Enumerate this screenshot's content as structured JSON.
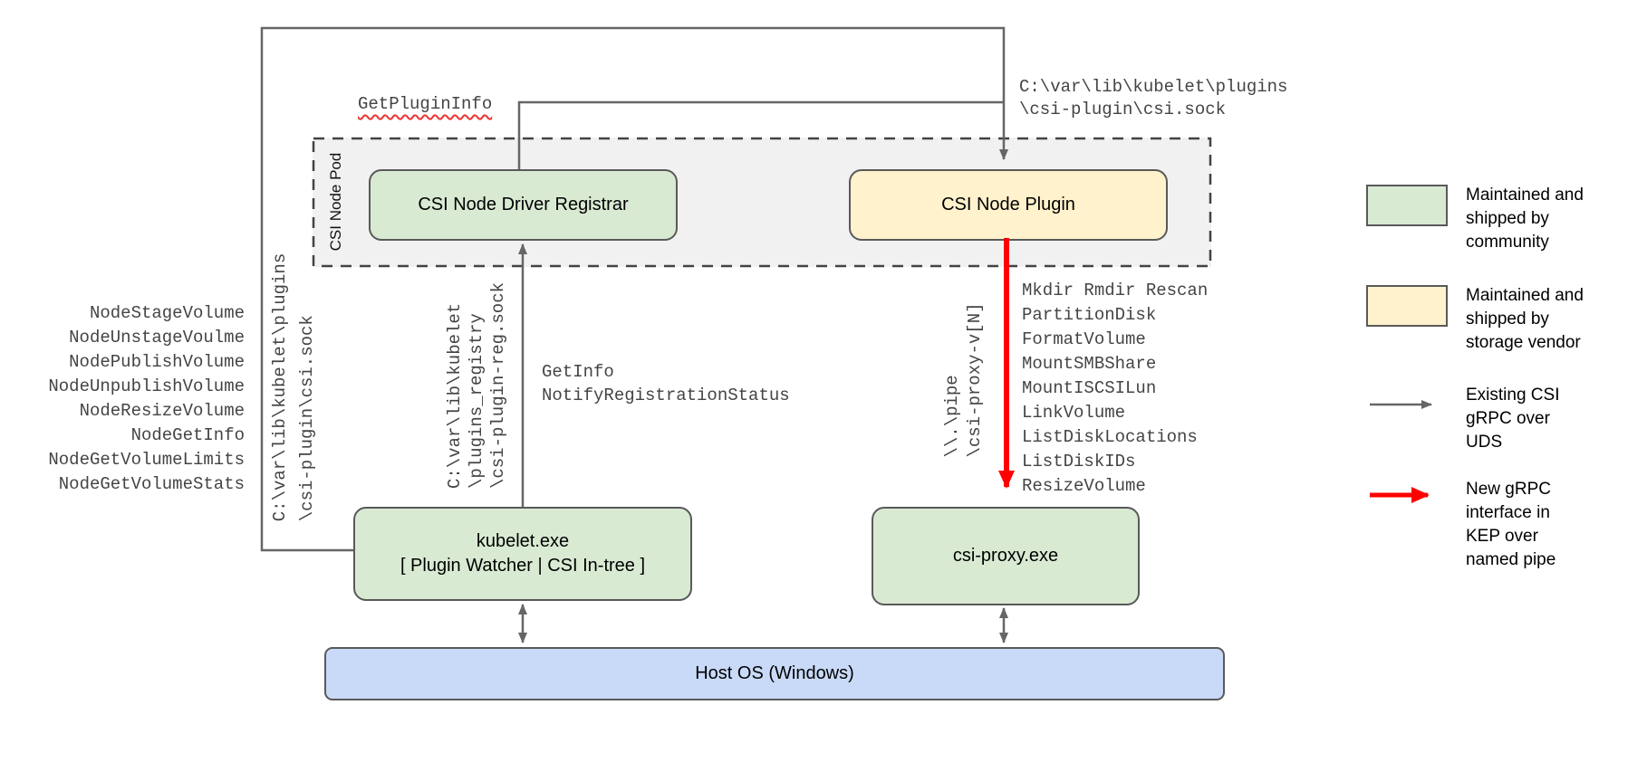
{
  "nodes": {
    "pod_label": "CSI Node Pod",
    "registrar": "CSI Node Driver Registrar",
    "plugin": "CSI Node Plugin",
    "kubelet": [
      "kubelet.exe",
      "[ Plugin Watcher | CSI In-tree ]"
    ],
    "csi_proxy": "csi-proxy.exe",
    "host_os": "Host OS (Windows)"
  },
  "edges": {
    "get_plugin_info": "GetPluginInfo",
    "plugin_sock_path": [
      "C:\\var\\lib\\kubelet\\plugins",
      "\\csi-plugin\\csi.sock"
    ],
    "plugin_sock_path_rotated": [
      "C:\\var\\lib\\kubelet\\plugins",
      "\\csi-plugin\\csi.sock"
    ],
    "kubelet_node_methods": [
      "NodeStageVolume",
      "NodeUnstageVoulme",
      "NodePublishVolume",
      "NodeUnpublishVolume",
      "NodeResizeVolume",
      "NodeGetInfo",
      "NodeGetVolumeLimits",
      "NodeGetVolumeStats"
    ],
    "registration_sock_path": [
      "C:\\var\\lib\\kubelet",
      "\\plugins_registry",
      "\\csi-plugin-reg.sock"
    ],
    "registration_methods": [
      "GetInfo",
      "NotifyRegistrationStatus"
    ],
    "proxy_pipe_path": [
      "\\\\.\\pipe",
      "\\csi-proxy-v[N]"
    ],
    "proxy_methods": [
      "Mkdir Rmdir Rescan",
      "PartitionDisk",
      "FormatVolume",
      "MountSMBShare",
      "MountISCSILun",
      "LinkVolume",
      "ListDiskLocations",
      "ListDiskIDs",
      "ResizeVolume"
    ]
  },
  "legend": {
    "community_label": [
      "Maintained and",
      "shipped by",
      "community"
    ],
    "vendor_label": [
      "Maintained and",
      "shipped by",
      "storage vendor"
    ],
    "uds_label": [
      "Existing CSI",
      "gRPC over",
      "UDS"
    ],
    "pipe_label": [
      "New gRPC",
      "interface in",
      "KEP over",
      "named pipe"
    ]
  },
  "colors": {
    "community_green": "#d9ead3",
    "vendor_yellow": "#fff2cc",
    "host_blue": "#c9daf8",
    "pod_gray": "#f1f1f1",
    "line_gray": "#666666",
    "new_interface_red": "#ff0000"
  }
}
